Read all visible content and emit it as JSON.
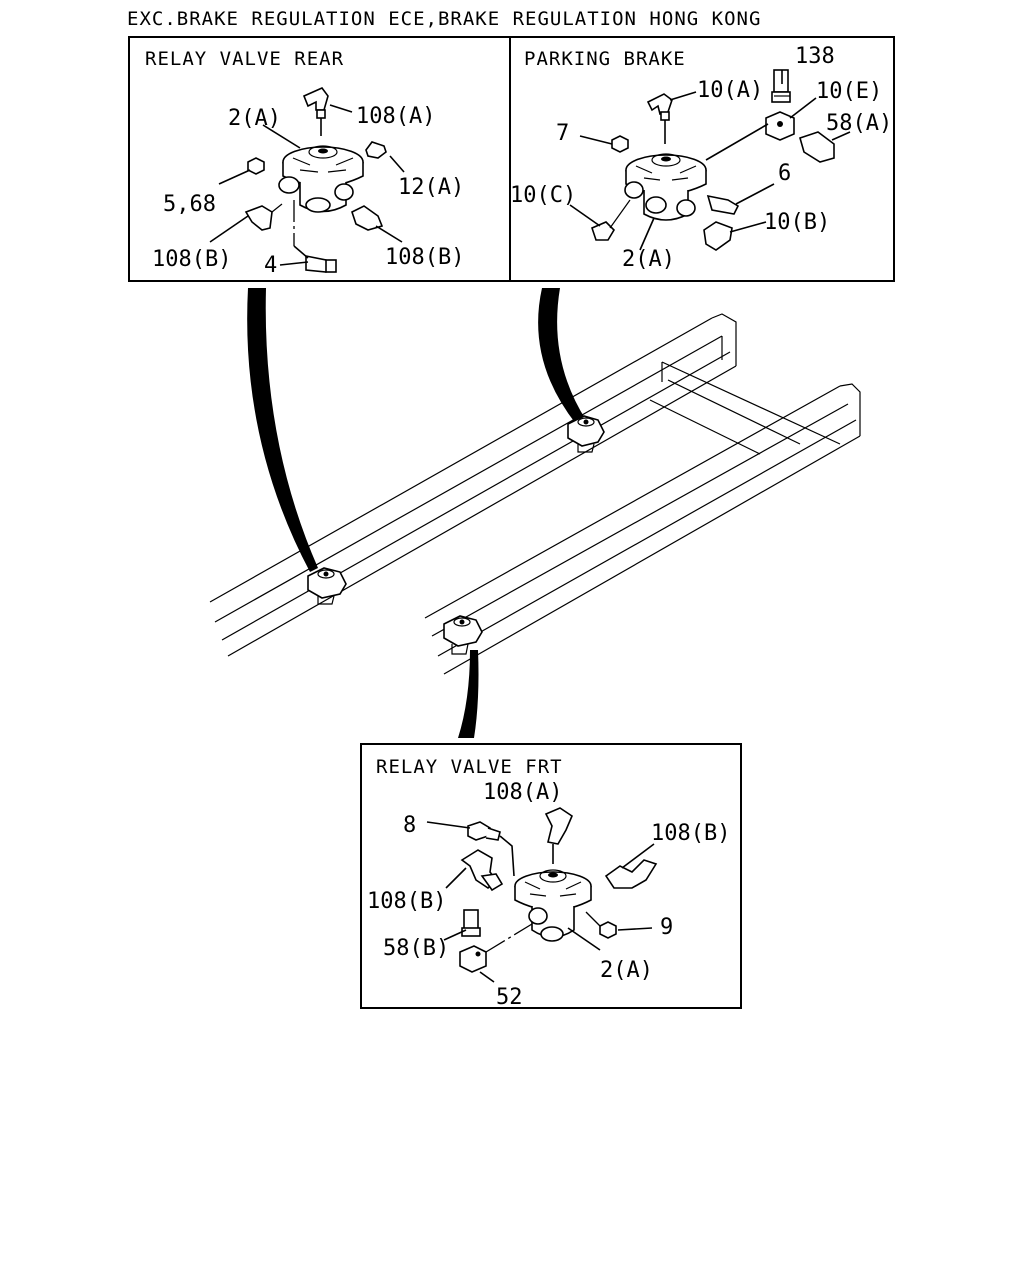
{
  "header": {
    "title": "EXC.BRAKE REGULATION ECE,BRAKE REGULATION HONG KONG"
  },
  "panels": {
    "relay_rear": {
      "title": "RELAY VALVE REAR",
      "callouts": {
        "c1": "108(A)",
        "c2": "2(A)",
        "c3": "12(A)",
        "c4": "5,68",
        "c5": "108(B)",
        "c6": "108(B)",
        "c7": "4"
      }
    },
    "parking": {
      "title": "PARKING BRAKE",
      "callouts": {
        "c1": "138",
        "c2": "10(A)",
        "c3": "10(E)",
        "c4": "58(A)",
        "c5": "7",
        "c6": "6",
        "c7": "10(C)",
        "c8": "10(B)",
        "c9": "2(A)"
      }
    },
    "relay_front": {
      "title": "RELAY VALVE FRT",
      "callouts": {
        "c1": "108(A)",
        "c2": "8",
        "c3": "108(B)",
        "c4": "108(B)",
        "c5": "58(B)",
        "c6": "9",
        "c7": "2(A)",
        "c8": "52"
      }
    }
  }
}
